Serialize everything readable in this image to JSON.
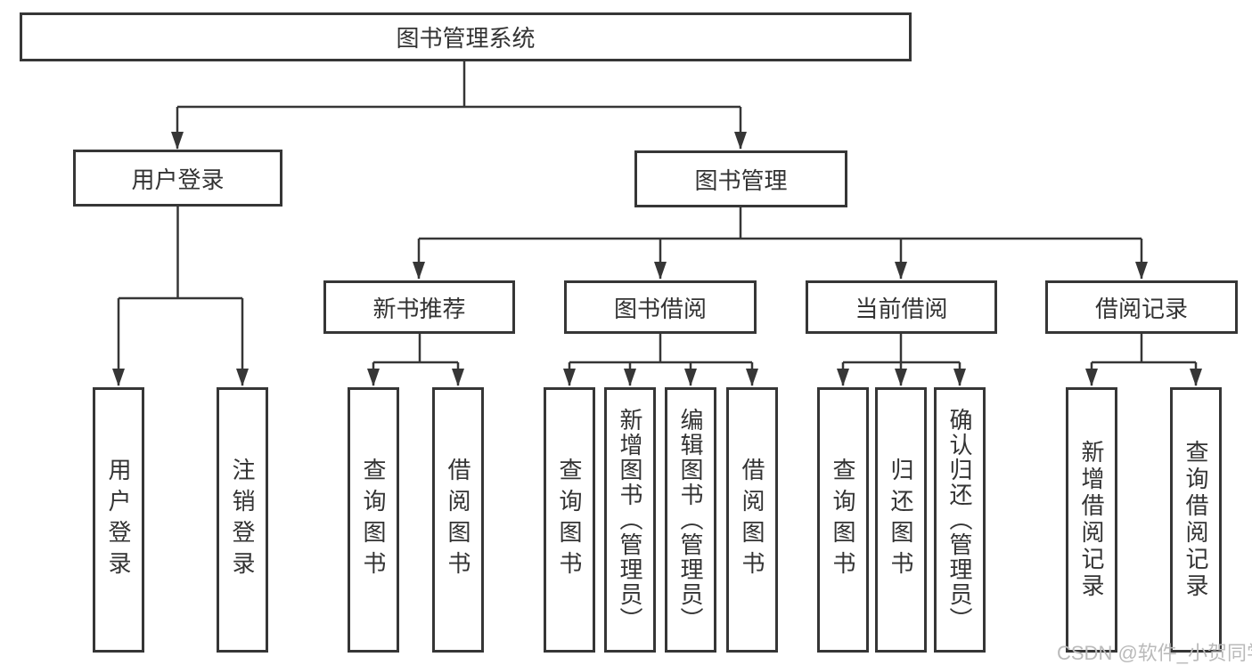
{
  "colors": {
    "line": "#363636",
    "text": "#333333",
    "box_fill": "#ffffff",
    "background": "#ffffff",
    "watermark": "#bababa"
  },
  "watermark": {
    "text": "CSDN @软件_小贺同学"
  },
  "tree": {
    "root": {
      "label": "图书管理系统"
    },
    "level2": [
      {
        "label": "用户登录"
      },
      {
        "label": "图书管理"
      }
    ],
    "level3": [
      {
        "label": "新书推荐"
      },
      {
        "label": "图书借阅"
      },
      {
        "label": "当前借阅"
      },
      {
        "label": "借阅记录"
      }
    ],
    "leaves": {
      "user_login": [
        {
          "label": "用户登录"
        },
        {
          "label": "注销登录"
        }
      ],
      "new_book_recommend": [
        {
          "label": "查询图书"
        },
        {
          "label": "借阅图书"
        }
      ],
      "book_borrow": [
        {
          "label": "查询图书"
        },
        {
          "label": "新增图书（管理员）"
        },
        {
          "label": "编辑图书（管理员）"
        },
        {
          "label": "借阅图书"
        }
      ],
      "current_borrow": [
        {
          "label": "查询图书"
        },
        {
          "label": "归还图书"
        },
        {
          "label": "确认归还（管理员）"
        }
      ],
      "borrow_records": [
        {
          "label": "新增借阅记录"
        },
        {
          "label": "查询借阅记录"
        }
      ]
    }
  }
}
